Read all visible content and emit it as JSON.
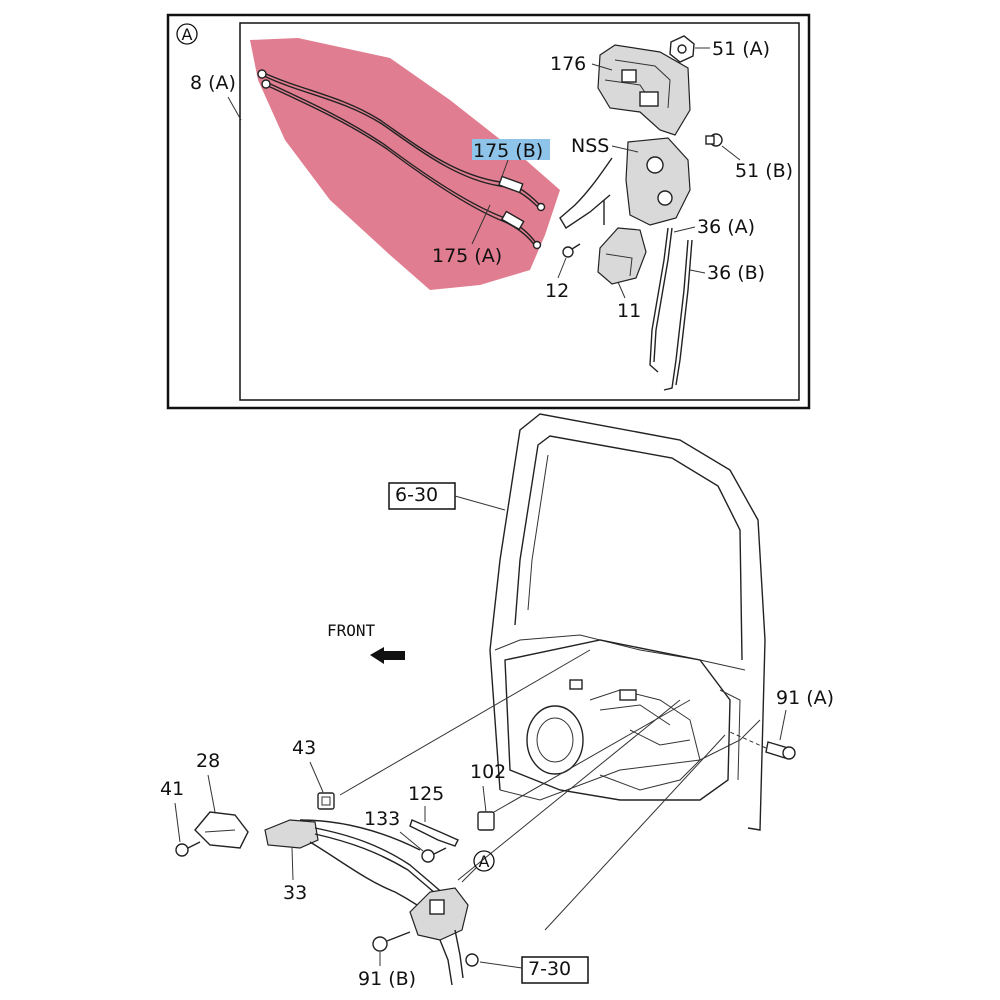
{
  "colors": {
    "highlight_region": "#d95c74",
    "highlight_label": "#8fc4ea",
    "ink": "#222222"
  },
  "detail": {
    "marker": "A",
    "labels": {
      "p8a": "8 (A)",
      "p176": "176",
      "p51a": "51 (A)",
      "p175b": "175 (B)",
      "nss": "NSS",
      "p51b": "51 (B)",
      "p36a": "36 (A)",
      "p175a": "175 (A)",
      "p36b": "36 (B)",
      "p12": "12",
      "p11": "11"
    }
  },
  "main": {
    "labels": {
      "p6_30": "6-30",
      "front": "FRONT",
      "p91a": "91 (A)",
      "p43": "43",
      "p28": "28",
      "p41": "41",
      "p102": "102",
      "p125": "125",
      "p133": "133",
      "p33": "33",
      "marker_a": "A",
      "p91b": "91 (B)",
      "p7_30": "7-30"
    }
  }
}
